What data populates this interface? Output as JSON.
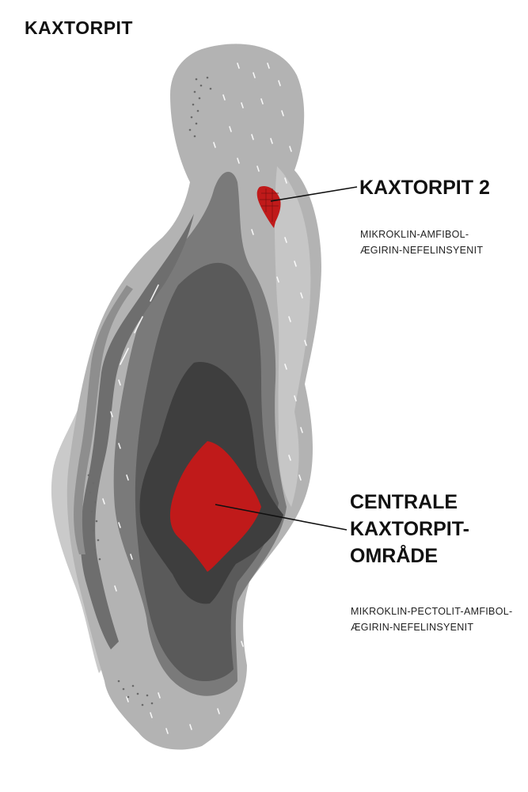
{
  "map": {
    "title": "KAXTORPIT",
    "colors": {
      "outer_zone": "#b3b3b3",
      "light_band": "#cacaca",
      "middle_zone": "#7a7a7a",
      "inner_zone": "#5a5a5a",
      "core_zone": "#3e3e3e",
      "kaxtorpit_body": "#c01a1a",
      "leader_line": "#111111"
    },
    "labels": {
      "kaxtorpit2": {
        "title": "KAXTORPIT 2",
        "desc_line1": "MIKROKLIN-AMFIBOL-",
        "desc_line2": "ÆGIRIN-NEFELINSYENIT"
      },
      "central": {
        "title_line1": "CENTRALE",
        "title_line2": "KAXTORPIT-",
        "title_line3": "OMRÅDE",
        "desc_line1": "MIKROKLIN-PECTOLIT-AMFIBOL-",
        "desc_line2": "ÆGIRIN-NEFELINSYENIT"
      }
    }
  }
}
